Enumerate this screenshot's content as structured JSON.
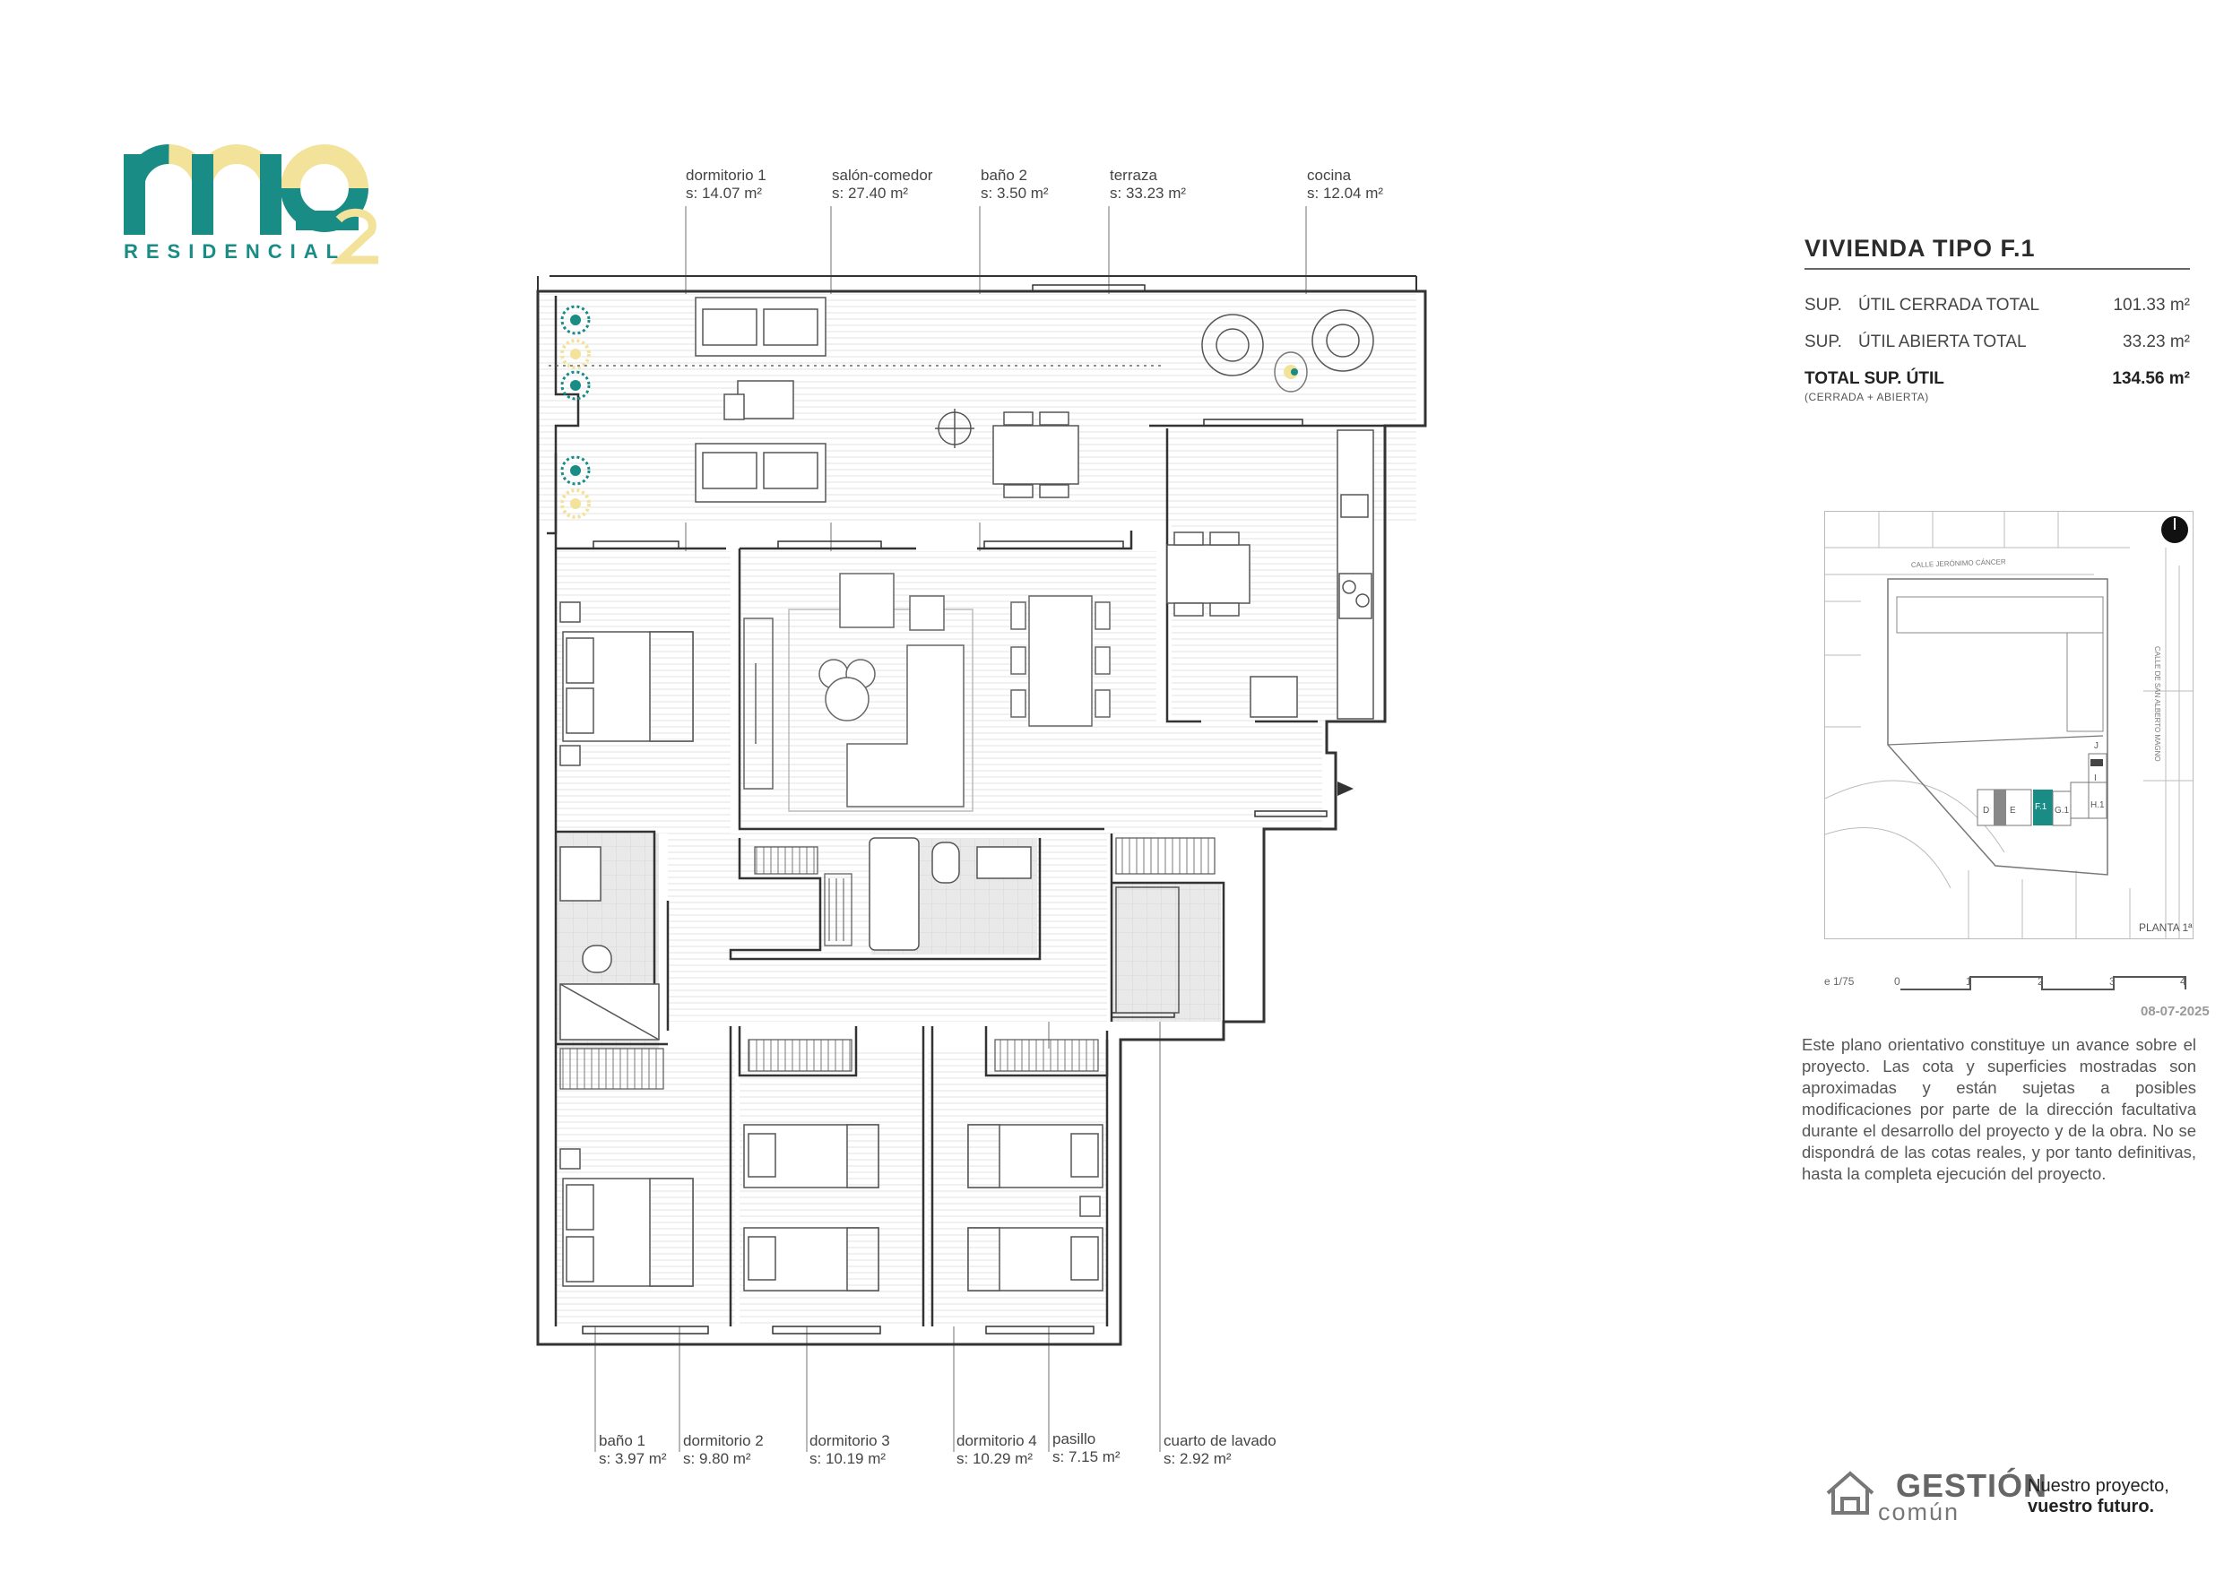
{
  "brand": {
    "logo_text": "MO2",
    "logo_word": "RESIDENCIAL",
    "colors": {
      "teal": "#1a8c86",
      "yellow": "#f3e39a"
    }
  },
  "rooms_top": [
    {
      "name": "dormitorio 1",
      "area": "s: 14.07 m²"
    },
    {
      "name": "salón-comedor",
      "area": "s: 27.40 m²"
    },
    {
      "name": "baño 2",
      "area": "s: 3.50 m²"
    },
    {
      "name": "terraza",
      "area": "s: 33.23 m²"
    },
    {
      "name": "cocina",
      "area": "s: 12.04 m²"
    }
  ],
  "rooms_bottom": [
    {
      "name": "baño 1",
      "area": "s: 3.97 m²"
    },
    {
      "name": "dormitorio 2",
      "area": "s: 9.80 m²"
    },
    {
      "name": "dormitorio 3",
      "area": "s: 10.19 m²"
    },
    {
      "name": "dormitorio 4",
      "area": "s: 10.29 m²"
    },
    {
      "name": "pasillo",
      "area": "s: 7.15 m²"
    },
    {
      "name": "cuarto de lavado",
      "area": "s: 2.92 m²"
    }
  ],
  "summary": {
    "title": "VIVIENDA TIPO F.1",
    "rows": [
      {
        "label": "SUP.",
        "label2": "ÚTIL CERRADA TOTAL",
        "value": "101.33 m²"
      },
      {
        "label": "SUP.",
        "label2": "ÚTIL ABIERTA TOTAL",
        "value": "33.23 m²"
      }
    ],
    "total_label": "TOTAL SUP. ÚTIL",
    "total_value": "134.56 m²",
    "total_note": "(CERRADA + ABIERTA)"
  },
  "site_plan": {
    "street_top": "CALLE JERÓNIMO CÁNCER",
    "street_right": "CALLE DE SAN ALBERTO MAGNO",
    "floor": "PLANTA 1ª",
    "units": [
      "D",
      "E",
      "F.1",
      "G.1",
      "H.1",
      "I",
      "J"
    ],
    "highlight": "#1a8c86"
  },
  "scale": {
    "label": "e 1/75",
    "ticks": [
      "0",
      "1",
      "2",
      "3",
      "4"
    ]
  },
  "date": "08-07-2025",
  "description": "Este plano orientativo constituye un avance sobre el proyecto. Las cota y superficies mostradas son aproximadas y están sujetas a posibles modificaciones por parte de la dirección facultativa durante el desarrollo del proyecto y de la obra. No se dispondrá de las cotas reales, y por tanto definitivas, hasta la completa ejecución del proyecto.",
  "footer": {
    "company": "GESTIÓN",
    "company2": "común",
    "slogan1": "Nuestro proyecto,",
    "slogan2": "vuestro futuro."
  }
}
